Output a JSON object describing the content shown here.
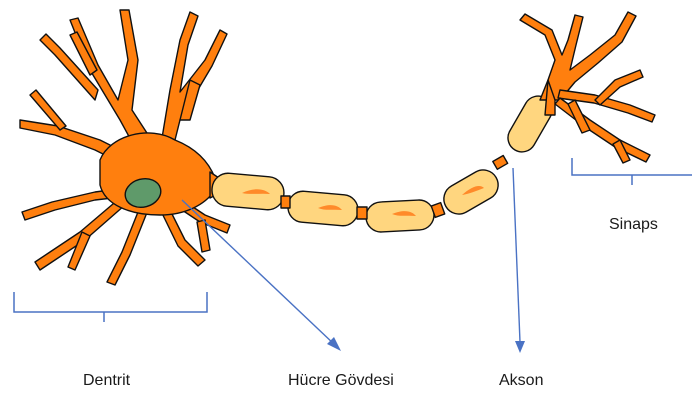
{
  "labels": {
    "dendrite": "Dentrit",
    "cell_body": "Hücre Gövdesi",
    "axon": "Akson",
    "synapse": "Sinaps"
  },
  "colors": {
    "neuron": "#ff7f0e",
    "neuron_stroke": "#111111",
    "nucleus": "#5f9a6a",
    "myelin": "#ffd67f",
    "myelin_mark": "#ff8a2a",
    "pointer": "#4a72c4"
  }
}
